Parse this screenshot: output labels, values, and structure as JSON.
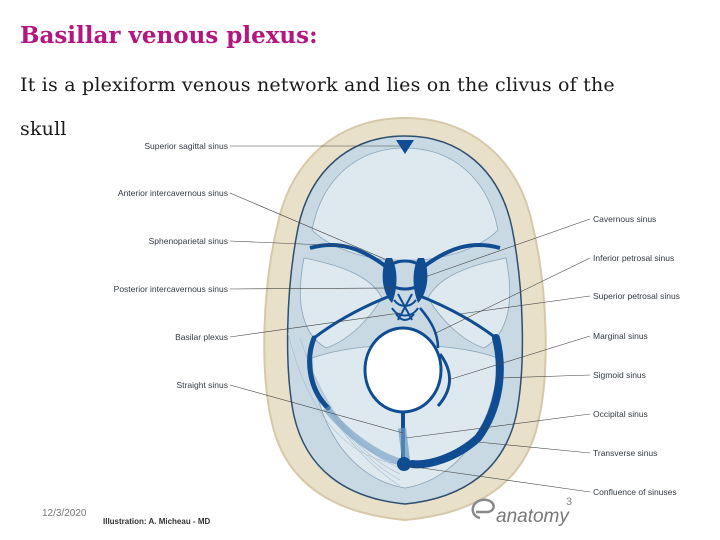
{
  "slide": {
    "title": "Basillar venous plexus:",
    "line1": "It is a plexiform venous network and lies on the clivus of the",
    "line2": "skull",
    "date": "12/3/2020",
    "page_number": "3",
    "credit": "Illustration: A. Micheau - MD",
    "logo_text": "anatomy"
  },
  "figure": {
    "labels_left": [
      "Superior sagittal sinus",
      "Anterior intercavernous sinus",
      "Sphenoparietal sinus",
      "Posterior intercavernous sinus",
      "Basilar plexus",
      "Straight sinus"
    ],
    "labels_right": [
      "Cavernous sinus",
      "Inferior petrosal sinus",
      "Superior petrosal sinus",
      "Marginal sinus",
      "Sigmoid sinus",
      "Occipital sinus",
      "Transverse sinus",
      "Confluence of sinuses"
    ],
    "colors": {
      "title": "#b3167e",
      "vein": "#0f4c92",
      "bone": "#e9e0c9",
      "dura": "#c8d9e3",
      "brain_fossa": "#dde8ef"
    }
  }
}
